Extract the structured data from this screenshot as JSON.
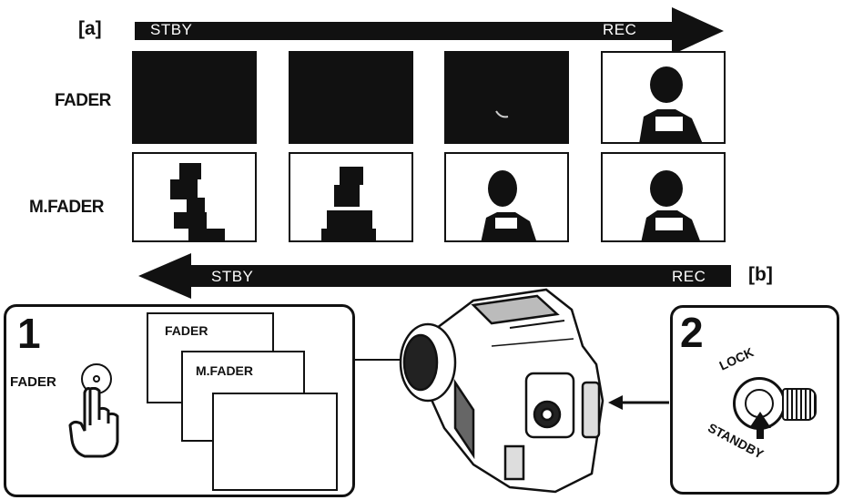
{
  "labels": {
    "a": "[a]",
    "b": "[b]",
    "fader_row": "FADER",
    "mfader_row": "M.FADER"
  },
  "top_bar": {
    "left": "STBY",
    "right": "REC"
  },
  "bottom_bar": {
    "left": "STBY",
    "right": "REC"
  },
  "step1": {
    "number": "1",
    "button_label": "FADER",
    "screen1": "FADER",
    "screen2": "M.FADER"
  },
  "step2": {
    "number": "2",
    "lock": "LOCK",
    "standby": "STANDBY"
  }
}
